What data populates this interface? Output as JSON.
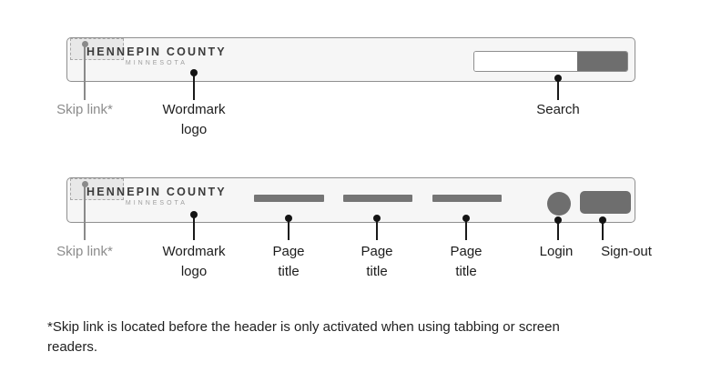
{
  "colors": {
    "header_bg": "#f6f6f6",
    "header_border": "#8f8f8f",
    "skip_box_bg": "#e8e8e8",
    "control_gray": "#6e6e6e",
    "nav_placeholder_gray": "#757575",
    "callout_gray": "#8a8a8a",
    "callout_black": "#141414",
    "text_dark": "#1f1f1f"
  },
  "header_search": {
    "logo_line1": "HENNEPIN COUNTY",
    "logo_line2": "MINNESOTA",
    "search_value": "",
    "callouts": {
      "skip_link": "Skip link*",
      "wordmark_line1": "Wordmark",
      "wordmark_line2": "logo",
      "search": "Search"
    }
  },
  "header_nav": {
    "logo_line1": "HENNEPIN COUNTY",
    "logo_line2": "MINNESOTA",
    "nav_placeholder_count": 3,
    "callouts": {
      "skip_link": "Skip link*",
      "wordmark_line1": "Wordmark",
      "wordmark_line2": "logo",
      "page_title_line1": "Page",
      "page_title_line2": "title",
      "login": "Login",
      "signout": "Sign-out"
    }
  },
  "footnote": {
    "line1": "*Skip link is located before the header is only activated when using tabbing or screen",
    "line2": "readers."
  }
}
